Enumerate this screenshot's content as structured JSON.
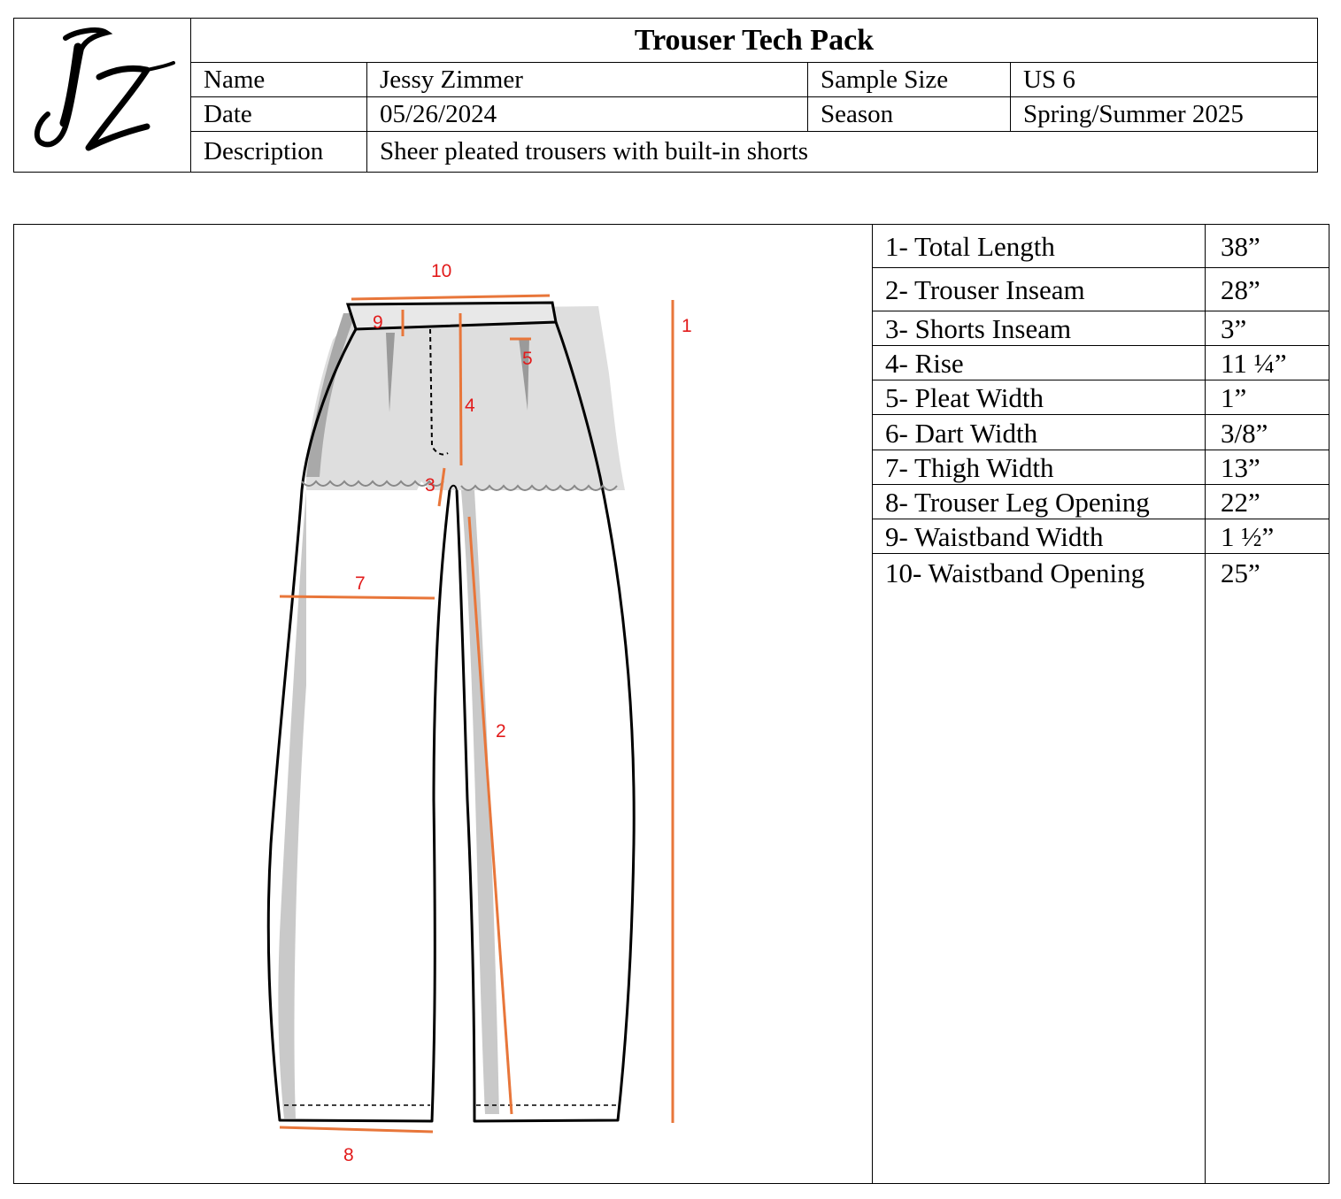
{
  "header": {
    "title": "Trouser Tech Pack",
    "logo_text": "JZ",
    "name_label": "Name",
    "name_value": "Jessy Zimmer",
    "sample_size_label": "Sample Size",
    "sample_size_value": "US 6",
    "date_label": "Date",
    "date_value": "05/26/2024",
    "season_label": "Season",
    "season_value": "Spring/Summer 2025",
    "description_label": "Description",
    "description_value": "Sheer pleated trousers with built-in shorts"
  },
  "sketch": {
    "callout_color": "#e8763a",
    "number_color": "#e21b1b",
    "callouts": [
      "1",
      "2",
      "3",
      "4",
      "5",
      "7",
      "8",
      "9",
      "10"
    ]
  },
  "measurements": [
    {
      "label": "1- Total Length",
      "value": "38”"
    },
    {
      "label": "2- Trouser Inseam",
      "value": "28”"
    },
    {
      "label": "3- Shorts Inseam",
      "value": "3”"
    },
    {
      "label": "4- Rise",
      "value": "11 ¼”"
    },
    {
      "label": "5- Pleat Width",
      "value": "1”"
    },
    {
      "label": "6- Dart Width",
      "value": "3/8”"
    },
    {
      "label": "7- Thigh Width",
      "value": "13”"
    },
    {
      "label": "8- Trouser Leg Opening",
      "value": "22”"
    },
    {
      "label": "9- Waistband Width",
      "value": "1 ½”"
    },
    {
      "label": "10- Waistband Opening",
      "value": "25”"
    }
  ]
}
